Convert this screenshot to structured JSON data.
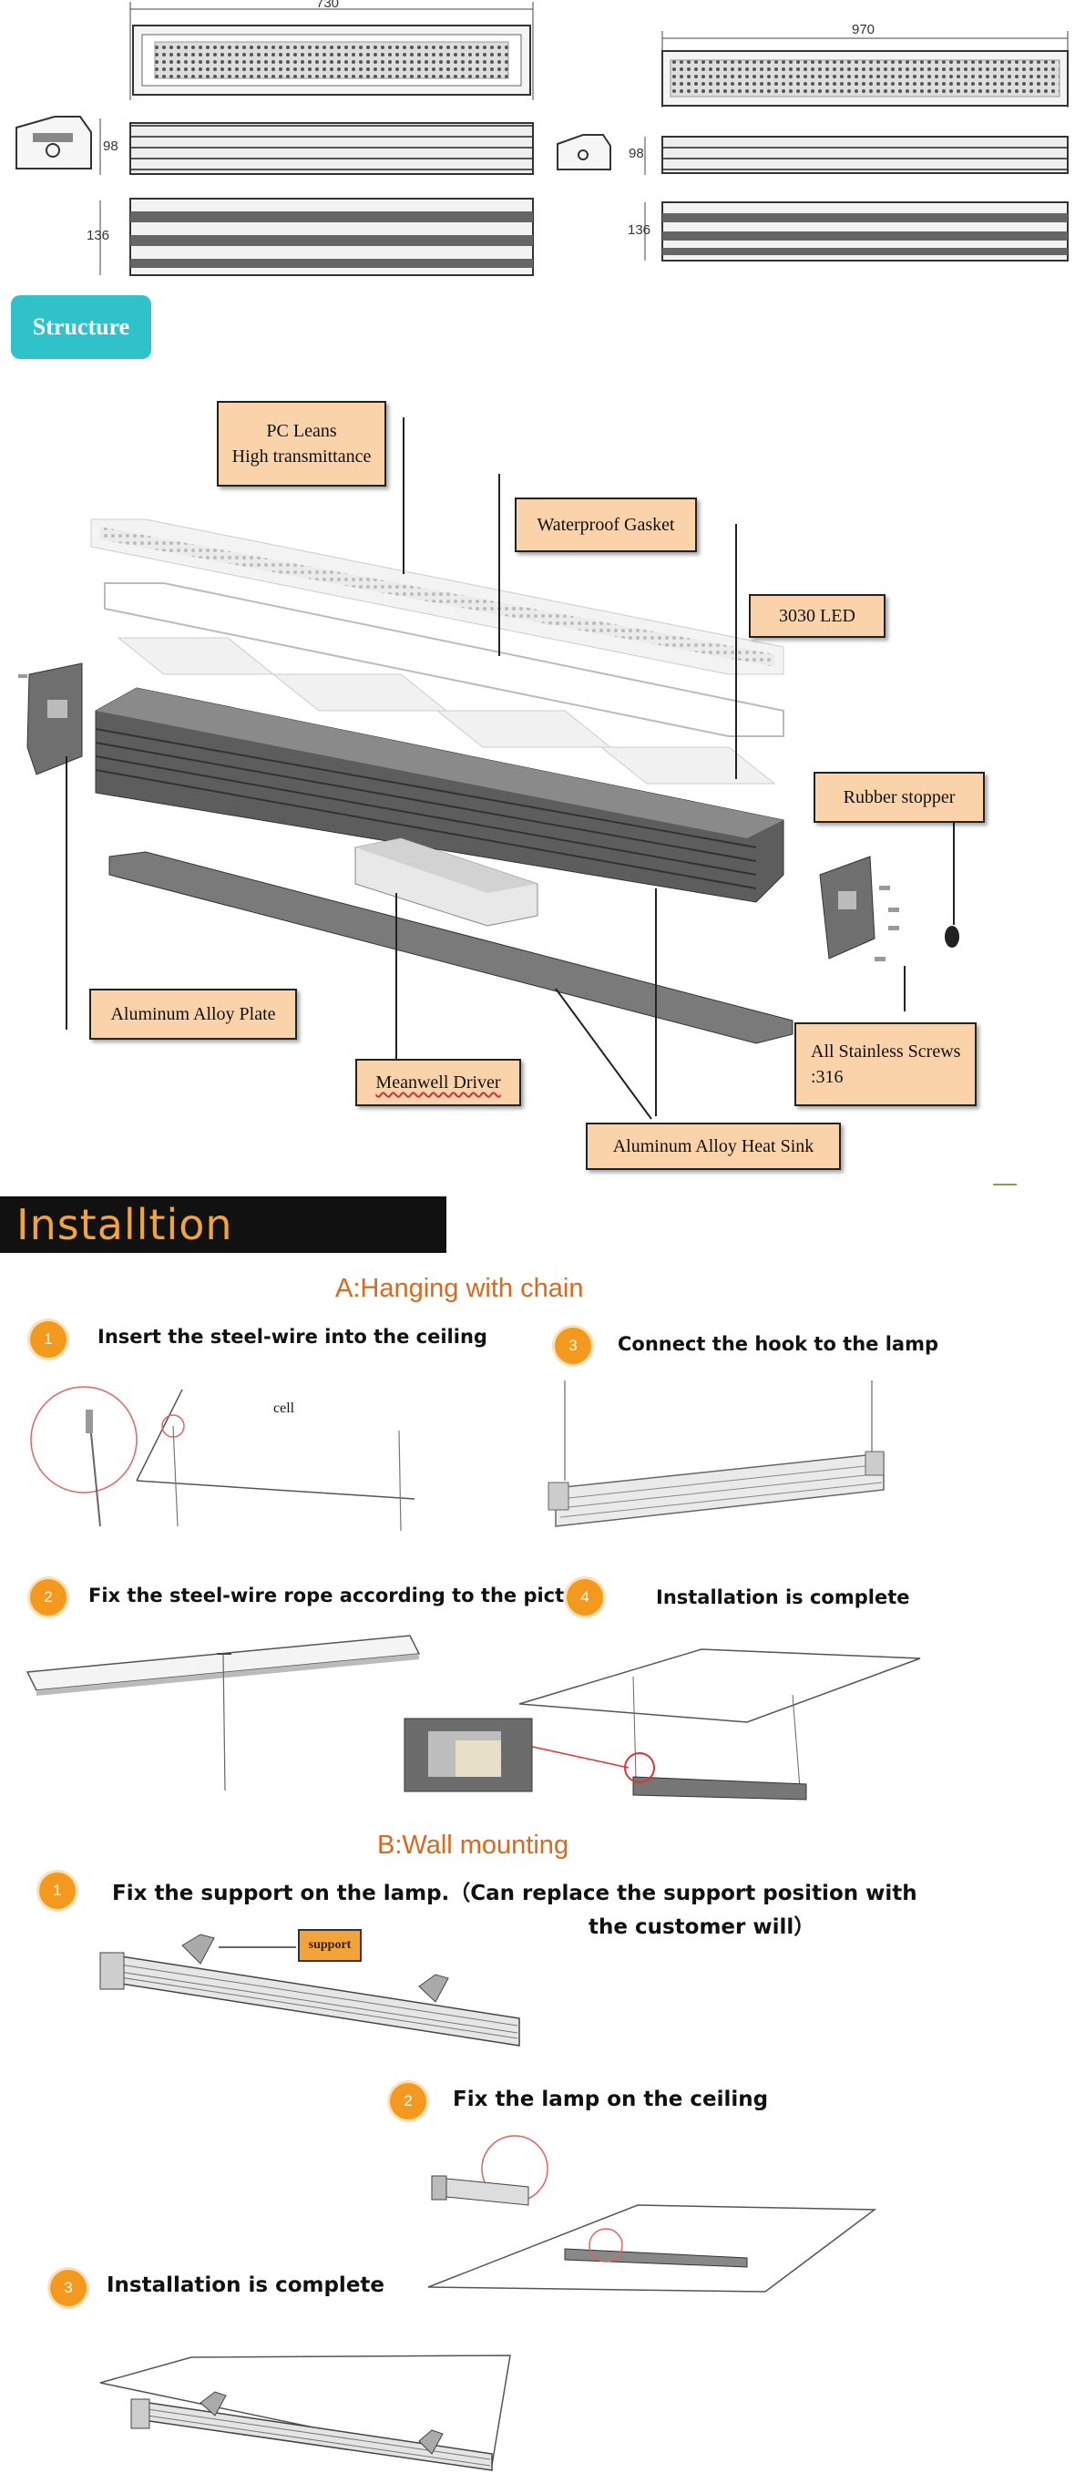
{
  "dimensions": {
    "left": {
      "length": "730",
      "height": "98",
      "width": "136"
    },
    "right": {
      "length": "970",
      "height": "98",
      "width": "136"
    }
  },
  "structure": {
    "badge_label": "Structure",
    "callouts": {
      "pc_lens_line1": "PC Leans",
      "pc_lens_line2": "High transmittance",
      "gasket": "Waterproof Gasket",
      "led": "3030   LED",
      "stopper": "Rubber stopper",
      "plate": "Aluminum Alloy Plate",
      "driver": "Meanwell Driver",
      "screws_line1": "All Stainless Screws",
      "screws_line2": ":316",
      "heatsink": "Aluminum Alloy Heat Sink"
    }
  },
  "installation": {
    "banner": "Installtion",
    "hanging": {
      "title": "A:Hanging with chain",
      "steps": [
        {
          "num": "1",
          "text": "Insert the steel-wire into the ceiling"
        },
        {
          "num": "2",
          "text": "Fix the steel-wire rope according to the picture"
        },
        {
          "num": "3",
          "text": "Connect the hook to the lamp"
        },
        {
          "num": "4",
          "text": "Installation is complete"
        }
      ],
      "ceiling_label": "cell"
    },
    "wall": {
      "title": "B:Wall mounting",
      "steps": [
        {
          "num": "1",
          "text": "Fix the support on the lamp.（Can replace the support position with",
          "text2": "the customer will）"
        },
        {
          "num": "2",
          "text": "Fix the lamp on the ceiling"
        },
        {
          "num": "3",
          "text": "Installation is complete"
        }
      ],
      "support_label": "support"
    }
  },
  "colors": {
    "accent_orange": "#f39a1e",
    "banner_bg": "#111111",
    "banner_text": "#f2a33a",
    "structure_badge": "#2fc2c9",
    "callout_fill": "#fbd3aa",
    "subtitle": "#d9691d"
  }
}
